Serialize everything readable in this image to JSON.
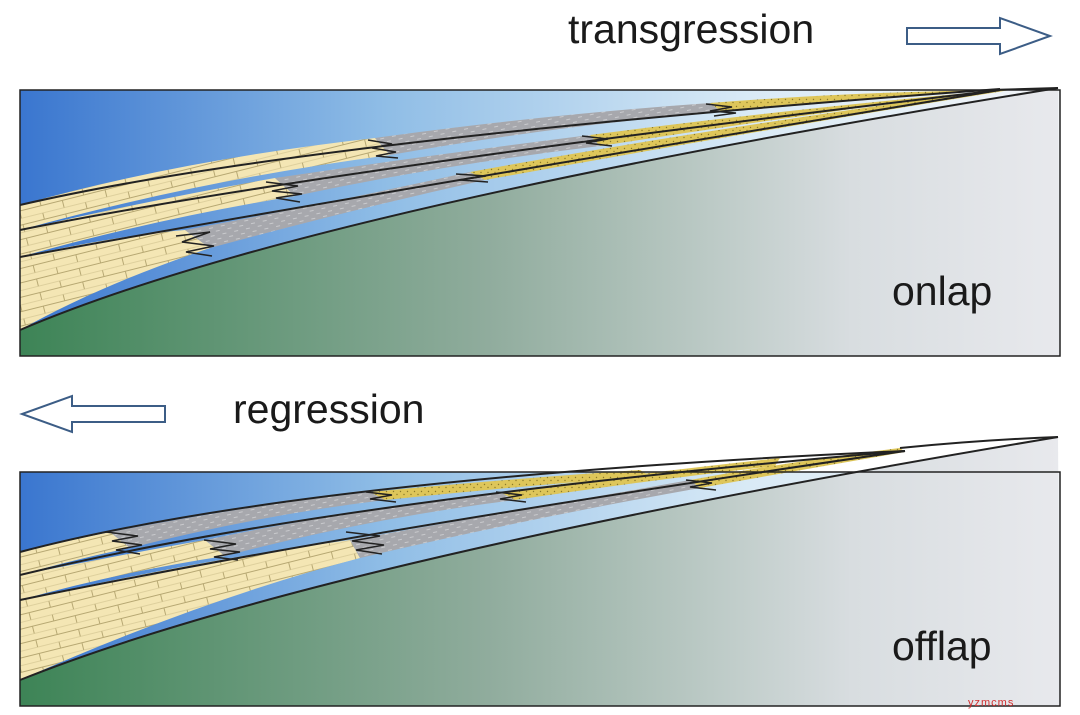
{
  "panels": [
    {
      "id": "top",
      "process": "transgression",
      "pattern": "onlap",
      "arrow_direction": "right"
    },
    {
      "id": "bottom",
      "process": "regression",
      "pattern": "offlap",
      "arrow_direction": "left"
    }
  ],
  "watermark": "yzmcms",
  "colors": {
    "sea_deep": "#3a76cf",
    "sea_light": "#cfe4f4",
    "basement_dark": "#3f8658",
    "basement_light": "#e4e6ea",
    "limestone": "#f4e6b4",
    "shale": "#a7a8ad",
    "sandstone": "#dec65a",
    "outline": "#222222",
    "arrow": "#3c5d86"
  },
  "icons": [
    "arrow-right-icon",
    "arrow-left-icon"
  ]
}
